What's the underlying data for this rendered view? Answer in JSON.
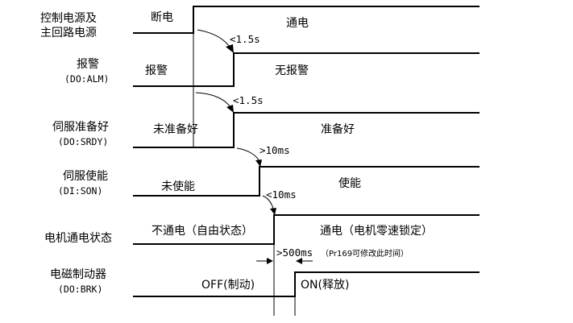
{
  "signals": [
    {
      "name": "控制电源及",
      "name2": "主回路电源",
      "low_state": "断电",
      "high_state": "通电"
    },
    {
      "name": "报警",
      "code": "(DO:ALM)",
      "low_state": "报警",
      "high_state": "无报警"
    },
    {
      "name": "伺服准备好",
      "code": "(DO:SRDY)",
      "low_state": "未准备好",
      "high_state": "准备好"
    },
    {
      "name": "伺服使能",
      "code": "(DI:SON)",
      "low_state": "未使能",
      "high_state": "使能"
    },
    {
      "name": "电机通电状态",
      "low_state": "不通电（自由状态）",
      "high_state": "通电（电机零速锁定）"
    },
    {
      "name": "电磁制动器",
      "code": "(DO:BRK)",
      "low_state": "OFF(制动)",
      "high_state": "ON(释放)"
    }
  ],
  "timings": {
    "t1": "<1.5s",
    "t2": "<1.5s",
    "t3": ">10ms",
    "t4": "<10ms",
    "t5": ">500ms",
    "t5_note": "（Pr169可修改此时间）"
  }
}
